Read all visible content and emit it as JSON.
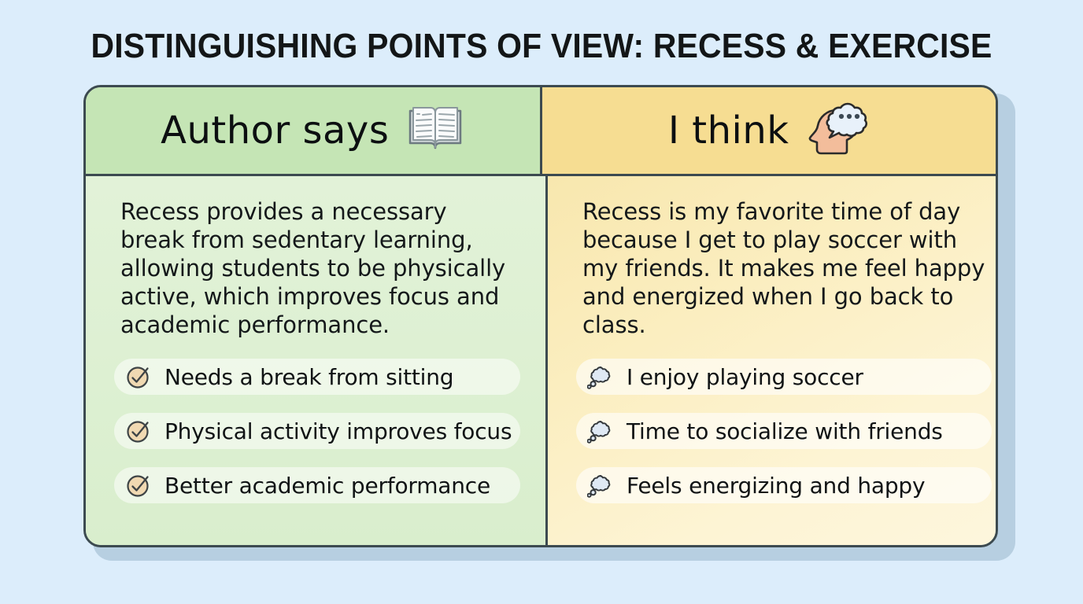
{
  "page": {
    "title": "DISTINGUISHING POINTS OF VIEW: RECESS & EXERCISE",
    "background_color": "#dcedfb",
    "border_color": "#3c4a50"
  },
  "columns": [
    {
      "key": "author",
      "heading": "Author says",
      "heading_icon": "open-book-icon",
      "header_color": "#c5e5b5",
      "body_color": "#e0f1d5",
      "paragraph": "Recess provides a necessary break from sedentary learning, allowing students to be physically active, which improves focus and academic performance.",
      "bullet_icon": "check-circle-icon",
      "bullets": [
        "Needs a break from sitting",
        "Physical activity improves focus",
        "Better academic performance"
      ]
    },
    {
      "key": "reader",
      "heading": "I think",
      "heading_icon": "thinking-head-icon",
      "header_color": "#f6dd92",
      "body_color": "#fbefc4",
      "paragraph": "Recess is my favorite time of day because I get to play soccer with my friends. It makes me feel happy and energized when I go back to class.",
      "bullet_icon": "thought-bubble-icon",
      "bullets": [
        "I enjoy playing soccer",
        "Time to socialize with friends",
        "Feels energizing and happy"
      ]
    }
  ]
}
